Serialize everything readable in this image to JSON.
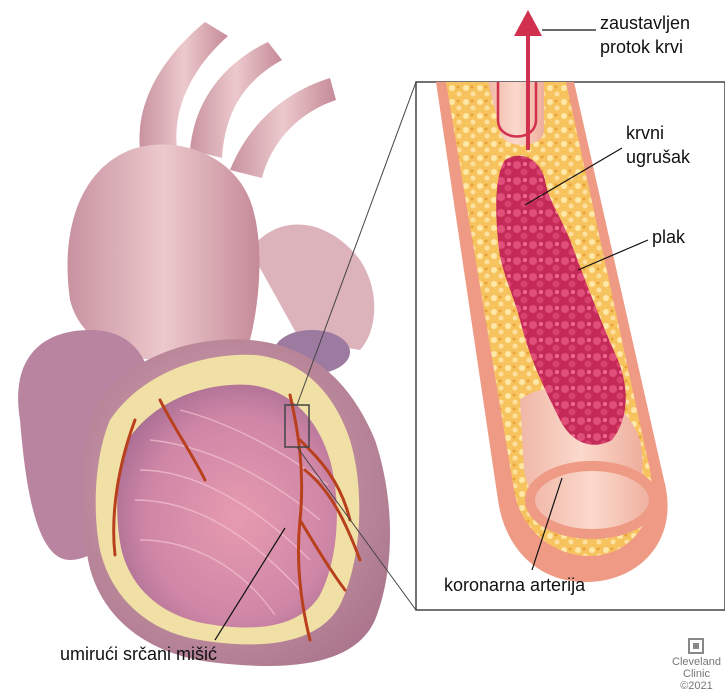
{
  "labels": {
    "blocked_flow_line1": "zaustavljen",
    "blocked_flow_line2": "protok krvi",
    "clot_line1": "krvni",
    "clot_line2": "ugrušak",
    "plaque": "plak",
    "coronary_artery": "koronarna arterija",
    "dying_muscle": "umirući srčani mišić"
  },
  "logo": {
    "icon": "cleveland-clinic-cross-icon",
    "line1": "Cleveland",
    "line2": "Clinic",
    "line3": "©2021"
  },
  "colors": {
    "arrow": "#d2304f",
    "clot": "#c42a58",
    "plaque": "#f2c25a",
    "artery_wall": "#ee9a85",
    "heart_body": "#c79aa8",
    "dying_muscle": "#e9a2b2",
    "aorta": "#d8a8b0"
  }
}
